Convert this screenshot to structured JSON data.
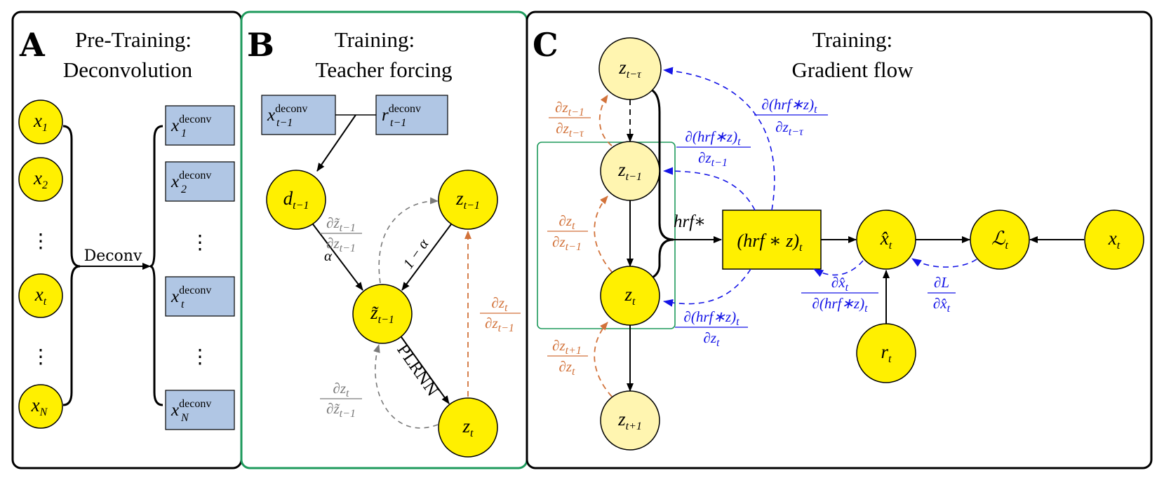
{
  "colors": {
    "node_fill": "#FFF000",
    "node_fill_light": "#FFF5B0",
    "box_fill": "#B0C6E4",
    "panel_b_border": "#1E9A5C",
    "orange": "#D2723A",
    "blue": "#1414E6",
    "gray": "#7A7A7A"
  },
  "panel_a": {
    "letter": "A",
    "title_line1": "Pre-Training:",
    "title_line2": "Deconvolution",
    "inputs": [
      "x",
      "x",
      "x",
      "x"
    ],
    "input_subs": [
      "1",
      "2",
      "t",
      "N"
    ],
    "arrow_label": "Deconv",
    "outputs_base": "x",
    "outputs_sup": "deconv",
    "output_subs": [
      "1",
      "2",
      "t",
      "N"
    ]
  },
  "panel_b": {
    "letter": "B",
    "title_line1": "Training:",
    "title_line2": "Teacher forcing",
    "box_x": {
      "base": "x",
      "sup": "deconv",
      "sub": "t−1"
    },
    "box_r": {
      "base": "r",
      "sup": "deconv",
      "sub": "t−1"
    },
    "node_d": {
      "base": "d",
      "sub": "t−1"
    },
    "node_zprev": {
      "base": "z",
      "sub": "t−1"
    },
    "node_ztilde": {
      "base": "z̃",
      "sub": "t−1"
    },
    "node_zt": {
      "base": "z",
      "sub": "t"
    },
    "label_alpha": "α",
    "label_one_minus_alpha": "1 − α",
    "label_plrnn": "PLRNN",
    "grad_gray_top_num": "∂z̃",
    "grad_gray_top_num_sub": "t−1",
    "grad_gray_top_den": "∂z",
    "grad_gray_top_den_sub": "t−1",
    "grad_gray_bot_num": "∂z",
    "grad_gray_bot_num_sub": "t",
    "grad_gray_bot_den": "∂z̃",
    "grad_gray_bot_den_sub": "t−1",
    "grad_orange_num": "∂z",
    "grad_orange_num_sub": "t",
    "grad_orange_den": "∂z",
    "grad_orange_den_sub": "t−1"
  },
  "panel_c": {
    "letter": "C",
    "title_line1": "Training:",
    "title_line2": "Gradient flow",
    "node_ztau": {
      "base": "z",
      "sub": "t−τ"
    },
    "node_zprev": {
      "base": "z",
      "sub": "t−1"
    },
    "node_zt": {
      "base": "z",
      "sub": "t"
    },
    "node_znext": {
      "base": "z",
      "sub": "t+1"
    },
    "hrf_label": "hrf∗",
    "conv_box": {
      "text": "(hrf ∗ z)",
      "sub": "t"
    },
    "node_xhat": {
      "base": "x̂",
      "sub": "t"
    },
    "node_loss": {
      "base": "ℒ",
      "sub": "t"
    },
    "node_x": {
      "base": "x",
      "sub": "t"
    },
    "node_r": {
      "base": "r",
      "sub": "t"
    },
    "orange_grad_1": {
      "num": "∂z",
      "num_sub": "t−1",
      "den": "∂z",
      "den_sub": "t−τ"
    },
    "orange_grad_2": {
      "num": "∂z",
      "num_sub": "t",
      "den": "∂z",
      "den_sub": "t−1"
    },
    "orange_grad_3": {
      "num": "∂z",
      "num_sub": "t+1",
      "den": "∂z",
      "den_sub": "t"
    },
    "blue_grad_tau": {
      "num": "∂(hrf∗z)",
      "num_sub": "t",
      "den": "∂z",
      "den_sub": "t−τ"
    },
    "blue_grad_prev": {
      "num": "∂(hrf∗z)",
      "num_sub": "t",
      "den": "∂z",
      "den_sub": "t−1"
    },
    "blue_grad_t": {
      "num": "∂(hrf∗z)",
      "num_sub": "t",
      "den": "∂z",
      "den_sub": "t"
    },
    "blue_grad_xhat": {
      "num": "∂x̂",
      "num_sub": "t",
      "den": "∂(hrf∗z)",
      "den_sub": "t"
    },
    "blue_grad_loss": {
      "num": "∂L",
      "num_sub": "",
      "den": "∂x̂",
      "den_sub": "t"
    }
  }
}
